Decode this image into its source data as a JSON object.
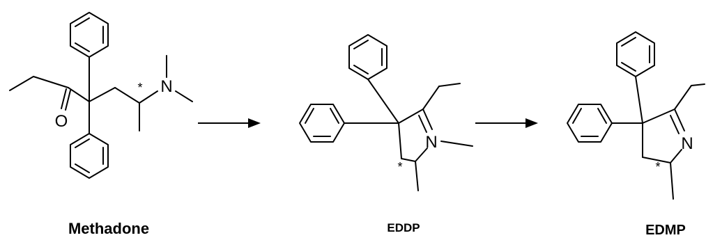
{
  "scheme": {
    "compounds": [
      {
        "name": "Methadone"
      },
      {
        "name": "EDDP"
      },
      {
        "name": "EDMP"
      }
    ],
    "atoms": {
      "oxygen": "O",
      "nitrogen": "N"
    },
    "stereo_marker": "*"
  }
}
